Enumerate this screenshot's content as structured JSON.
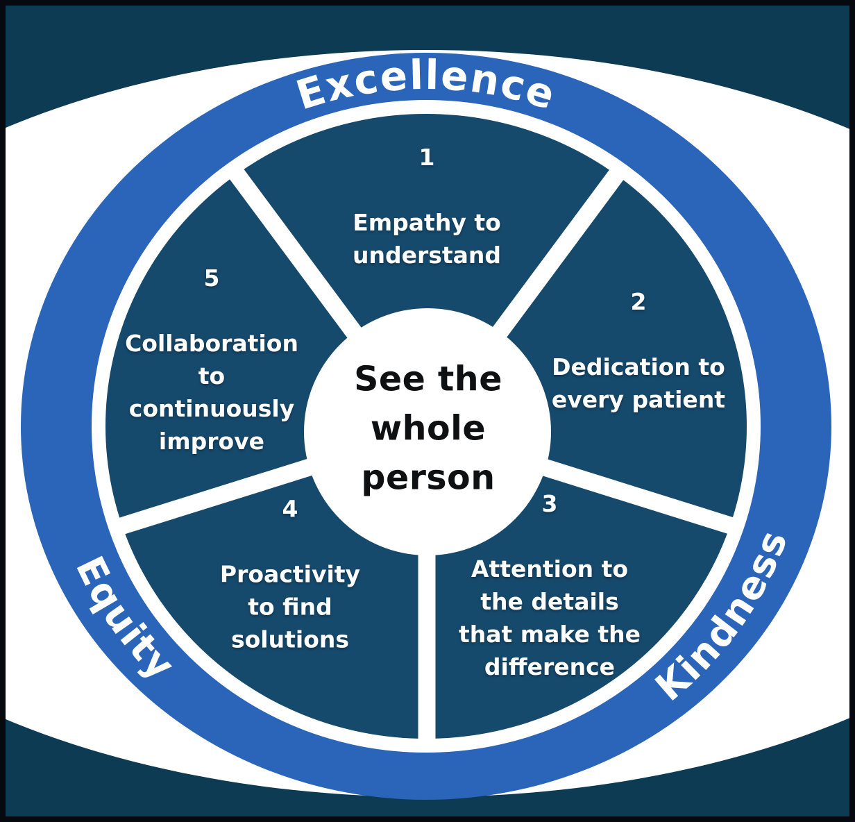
{
  "diagram": {
    "center": {
      "text": "See the\nwhole\nperson"
    },
    "ring_labels": {
      "top": "Excellence",
      "bottom_right": "Kindness",
      "bottom_left": "Equity"
    },
    "segments": [
      {
        "number": "1",
        "text": "Empathy to\nunderstand"
      },
      {
        "number": "2",
        "text": "Dedication to\nevery patient"
      },
      {
        "number": "3",
        "text": "Attention to\nthe details\nthat make the\ndifference"
      },
      {
        "number": "4",
        "text": "Proactivity\nto find\nsolutions"
      },
      {
        "number": "5",
        "text": "Collaboration\nto\ncontinuously\nimprove"
      }
    ],
    "colors": {
      "background": "#0d3b54",
      "segment_fill": "#164a6d",
      "ring_blue": "#2b65ba",
      "band_white": "#ffffff",
      "spoke_white": "#ffffff",
      "center_circle": "#ffffff",
      "center_text": "#0f1012",
      "segment_text": "#ffffff",
      "ring_text": "#ffffff",
      "border": "#06090e"
    }
  }
}
